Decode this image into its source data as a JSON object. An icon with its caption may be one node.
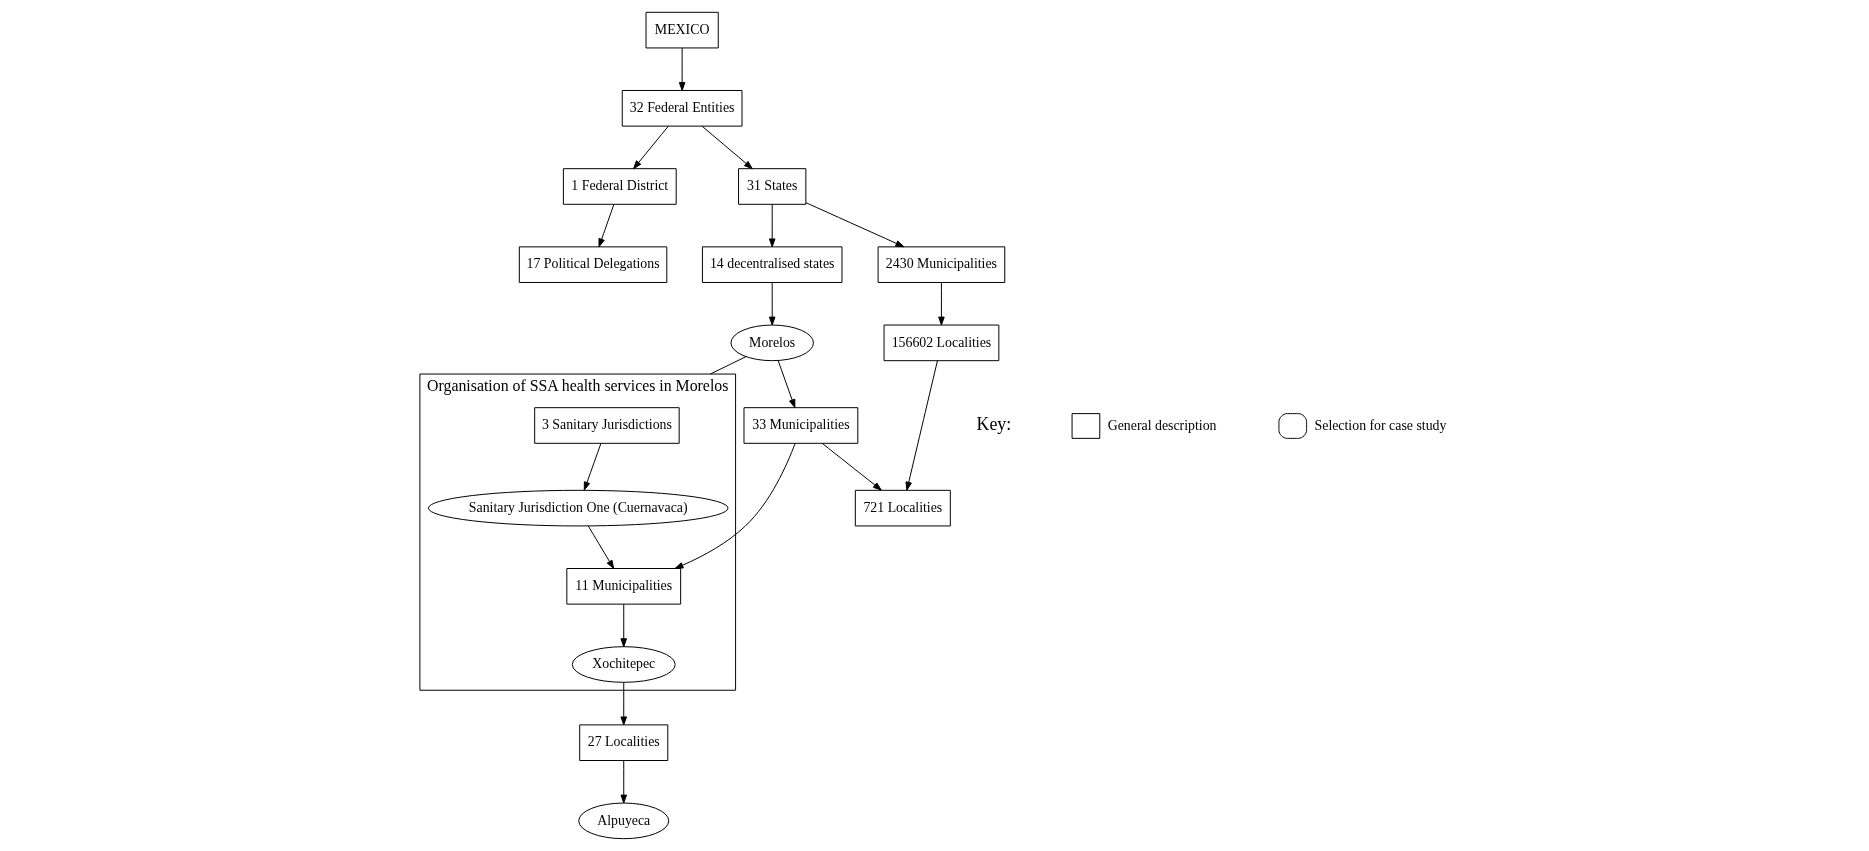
{
  "diagram": {
    "nodes": [
      {
        "text": [
          "MEXICO"
        ]
      },
      {
        "text": [
          "32 Federal Entities"
        ]
      },
      {
        "text": [
          "1 Federal District"
        ]
      },
      {
        "text": [
          "31 States"
        ]
      },
      {
        "text": [
          "17 Political Delegations"
        ]
      },
      {
        "text": [
          "2430 Municipalities"
        ]
      },
      {
        "text": [
          "156602 Localities"
        ]
      },
      {
        "text": [
          "14 decentralised states"
        ]
      },
      {
        "text": [
          "Morelos"
        ]
      },
      {
        "text": [
          "33 Municipalities"
        ]
      },
      {
        "text": [
          "721 Localities"
        ]
      },
      {
        "text": [
          "Organisation of SSA health services in Morelos"
        ]
      },
      {
        "text": [
          "3 Sanitary Jurisdictions"
        ],
        "in": 11
      },
      {
        "text": [
          "Sanitary Jurisdiction One (Cuernavaca)"
        ],
        "in": 11
      },
      {
        "text": [
          "11 Municipalities"
        ],
        "in": 11
      },
      {
        "text": [
          "Xochitepec"
        ],
        "in": 11
      },
      {
        "text": [
          "27 Localities"
        ]
      },
      {
        "text": [
          "Alpuyeca"
        ]
      }
    ],
    "edges": [
      {
        "from": 0,
        "to": 1,
        "arrow": "to"
      },
      {
        "from": 1,
        "to": 2,
        "arrow": "to"
      },
      {
        "from": 1,
        "to": 3,
        "arrow": "to"
      },
      {
        "from": 2,
        "to": 4,
        "arrow": "to"
      },
      {
        "from": 3,
        "to": 5,
        "arrow": "to"
      },
      {
        "from": 5,
        "to": 6,
        "arrow": "to"
      },
      {
        "from": 3,
        "to": 7,
        "arrow": "to"
      },
      {
        "from": 7,
        "to": 8,
        "arrow": "to"
      },
      {
        "from": 8,
        "to": 9,
        "arrow": "to"
      },
      {
        "from": 9,
        "to": 10,
        "arrow": "to"
      },
      {
        "from": 6,
        "to": 10,
        "arrow": "to"
      },
      {
        "from": 8,
        "to": 11,
        "arrow": "none"
      },
      {
        "from": 12,
        "to": 13,
        "arrow": "to"
      },
      {
        "from": 13,
        "to": 14,
        "arrow": "to"
      },
      {
        "from": 9,
        "to": 14,
        "arrow": "to"
      },
      {
        "from": 14,
        "to": 15,
        "arrow": "to"
      },
      {
        "from": 15,
        "to": 16,
        "arrow": "to"
      },
      {
        "from": 16,
        "to": 17,
        "arrow": "to"
      }
    ],
    "labels": [
      "Key:"
    ],
    "legend": [
      {
        "text": "General description"
      },
      {
        "text": "Selection for case study"
      }
    ]
  }
}
